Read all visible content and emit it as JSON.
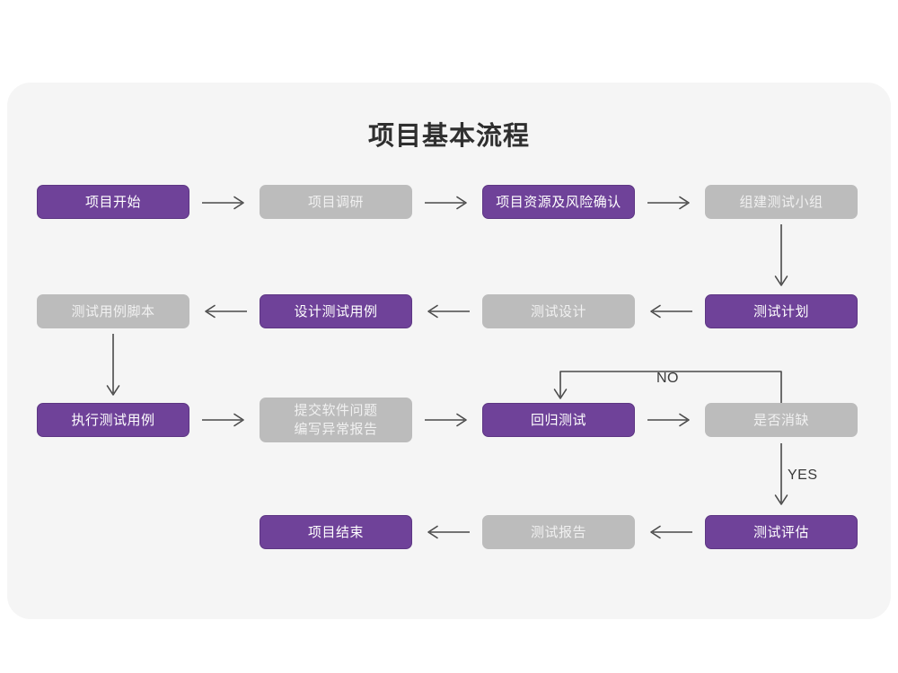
{
  "page": {
    "title": "项目基本流程",
    "card_bg": "#f5f5f5",
    "page_bg": "#ffffff"
  },
  "colors": {
    "purple": "#6f4299",
    "purple_border": "#5d3683",
    "gray": "#bcbcbc",
    "gray_text": "#f1f1f1",
    "arrow": "#4a4a4a",
    "title_text": "#2f2f2f"
  },
  "chart_data": {
    "type": "diagram",
    "title": "项目基本流程",
    "nodes": [
      {
        "id": "n1",
        "label": "项目开始",
        "style": "purple",
        "row": 1,
        "col": 1
      },
      {
        "id": "n2",
        "label": "项目调研",
        "style": "gray",
        "row": 1,
        "col": 2
      },
      {
        "id": "n3",
        "label": "项目资源及风险确认",
        "style": "purple",
        "row": 1,
        "col": 3
      },
      {
        "id": "n4",
        "label": "组建测试小组",
        "style": "gray",
        "row": 1,
        "col": 4
      },
      {
        "id": "n5",
        "label": "测试用例脚本",
        "style": "gray",
        "row": 2,
        "col": 1
      },
      {
        "id": "n6",
        "label": "设计测试用例",
        "style": "purple",
        "row": 2,
        "col": 2
      },
      {
        "id": "n7",
        "label": "测试设计",
        "style": "gray",
        "row": 2,
        "col": 3
      },
      {
        "id": "n8",
        "label": "测试计划",
        "style": "purple",
        "row": 2,
        "col": 4
      },
      {
        "id": "n9",
        "label": "执行测试用例",
        "style": "purple",
        "row": 3,
        "col": 1
      },
      {
        "id": "n10",
        "label": "提交软件问题\n编写异常报告",
        "style": "gray",
        "row": 3,
        "col": 2
      },
      {
        "id": "n11",
        "label": "回归测试",
        "style": "purple",
        "row": 3,
        "col": 3
      },
      {
        "id": "n12",
        "label": "是否消缺",
        "style": "gray",
        "row": 3,
        "col": 4
      },
      {
        "id": "n13",
        "label": "项目结束",
        "style": "purple",
        "row": 4,
        "col": 2
      },
      {
        "id": "n14",
        "label": "测试报告",
        "style": "gray",
        "row": 4,
        "col": 3
      },
      {
        "id": "n15",
        "label": "测试评估",
        "style": "purple",
        "row": 4,
        "col": 4
      }
    ],
    "edges": [
      {
        "from": "n1",
        "to": "n2",
        "dir": "right",
        "label": ""
      },
      {
        "from": "n2",
        "to": "n3",
        "dir": "right",
        "label": ""
      },
      {
        "from": "n3",
        "to": "n4",
        "dir": "right",
        "label": ""
      },
      {
        "from": "n4",
        "to": "n8",
        "dir": "down",
        "label": ""
      },
      {
        "from": "n8",
        "to": "n7",
        "dir": "left",
        "label": ""
      },
      {
        "from": "n7",
        "to": "n6",
        "dir": "left",
        "label": ""
      },
      {
        "from": "n6",
        "to": "n5",
        "dir": "left",
        "label": ""
      },
      {
        "from": "n5",
        "to": "n9",
        "dir": "down",
        "label": ""
      },
      {
        "from": "n9",
        "to": "n10",
        "dir": "right",
        "label": ""
      },
      {
        "from": "n10",
        "to": "n11",
        "dir": "right",
        "label": ""
      },
      {
        "from": "n11",
        "to": "n12",
        "dir": "right",
        "label": ""
      },
      {
        "from": "n12",
        "to": "n11",
        "dir": "loop-up-left",
        "label": "NO"
      },
      {
        "from": "n12",
        "to": "n15",
        "dir": "down",
        "label": "YES"
      },
      {
        "from": "n15",
        "to": "n14",
        "dir": "left",
        "label": ""
      },
      {
        "from": "n14",
        "to": "n13",
        "dir": "left",
        "label": ""
      }
    ],
    "edge_labels": [
      "NO",
      "YES"
    ]
  }
}
